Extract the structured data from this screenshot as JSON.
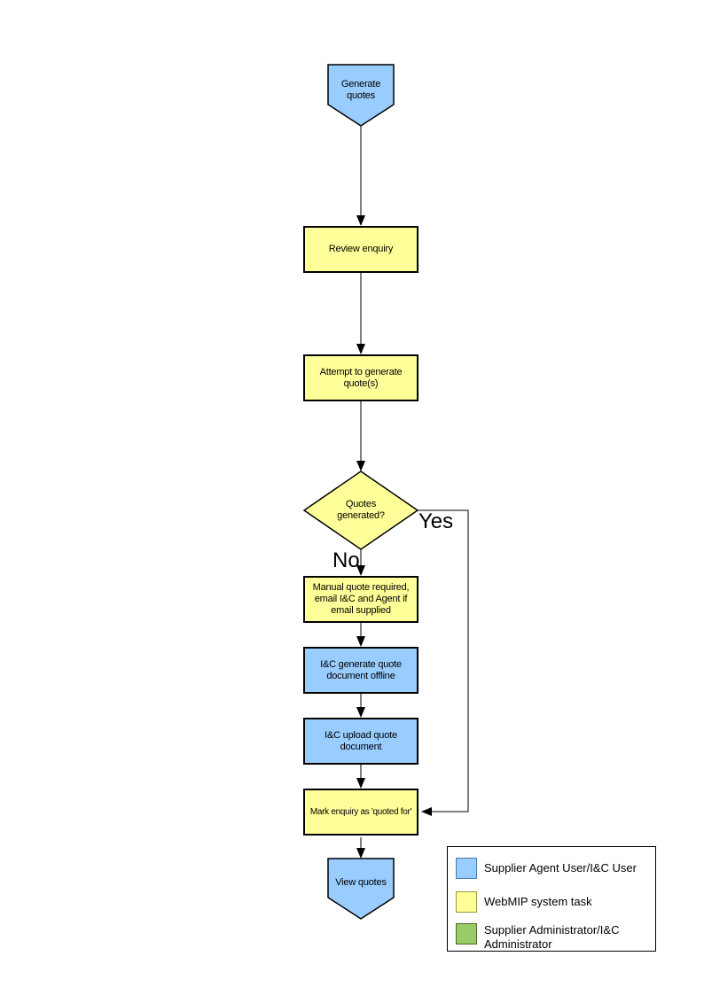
{
  "colors": {
    "node_blue": "#99CCFF",
    "node_yellow": "#FFFF99",
    "legend_green": "#99CC66",
    "border": "#000000"
  },
  "nodes": {
    "start": {
      "label": "Generate quotes",
      "shape": "terminator",
      "fill": "blue"
    },
    "review": {
      "label": "Review enquiry",
      "shape": "process",
      "fill": "yellow"
    },
    "attempt": {
      "label": "Attempt to generate quote(s)",
      "shape": "process",
      "fill": "yellow"
    },
    "decision": {
      "label": "Quotes generated?",
      "shape": "decision",
      "fill": "yellow"
    },
    "manual": {
      "label": "Manual quote required, email I&C and Agent if email supplied",
      "shape": "process",
      "fill": "yellow"
    },
    "generate_offline": {
      "label": "I&C generate quote document offline",
      "shape": "process",
      "fill": "blue"
    },
    "upload": {
      "label": "I&C upload quote document",
      "shape": "process",
      "fill": "blue"
    },
    "mark": {
      "label": "Mark enquiry as 'quoted for'",
      "shape": "process",
      "fill": "yellow"
    },
    "end": {
      "label": "View quotes",
      "shape": "terminator",
      "fill": "blue"
    }
  },
  "edges": {
    "yes_label": "Yes",
    "no_label": "No"
  },
  "legend": {
    "items": [
      {
        "swatch": "blue",
        "label": "Supplier Agent User/I&C User"
      },
      {
        "swatch": "yellow",
        "label": "WebMIP system task"
      },
      {
        "swatch": "green",
        "label": "Supplier Administrator/I&C Administrator"
      }
    ]
  }
}
